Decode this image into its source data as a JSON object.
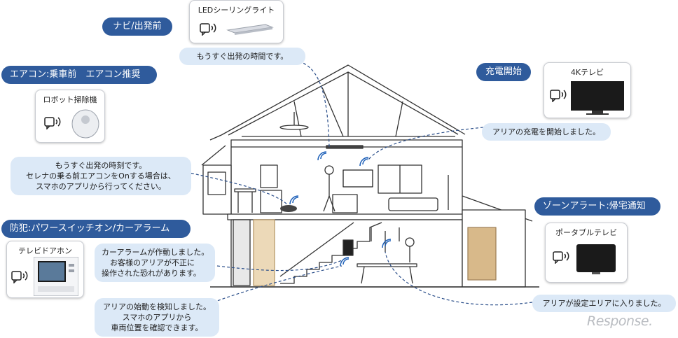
{
  "colors": {
    "tag": "#2f5b9c",
    "bubble": "#dce9f7",
    "line": "#2a4e8a"
  },
  "tags": {
    "navi": "ナビ/出発前",
    "aircon": "エアコン:乗車前　エアコン推奨",
    "charge": "充電開始",
    "zone": "ゾーンアラート:帰宅通知",
    "security": "防犯:パワースイッチオン/カーアラーム"
  },
  "devices": {
    "ceiling_light": "LEDシーリングライト",
    "robot": "ロボット掃除機",
    "tv4k": "4Kテレビ",
    "portable_tv": "ポータブルテレビ",
    "intercom": "テレビドアホン"
  },
  "messages": {
    "navi": "もうすぐ出発の時間です。",
    "aircon": [
      "もうすぐ出発の時刻です。",
      "セレナの乗る前エアコンをOnする場合は、",
      "スマホのアプリから行ってください。"
    ],
    "charge": "アリアの充電を開始しました。",
    "zone": "アリアが設定エリアに入りました。",
    "alarm": [
      "カーアラームが作動しました。",
      "お客様のアリアが不正に",
      "操作された恐れがあります。"
    ],
    "start": [
      "アリアの始動を検知しました。",
      "スマホのアプリから",
      "車両位置を確認できます。"
    ]
  },
  "icons": [
    "speaker-icon",
    "wifi-icon",
    "house-illustration"
  ],
  "brand": "Response."
}
